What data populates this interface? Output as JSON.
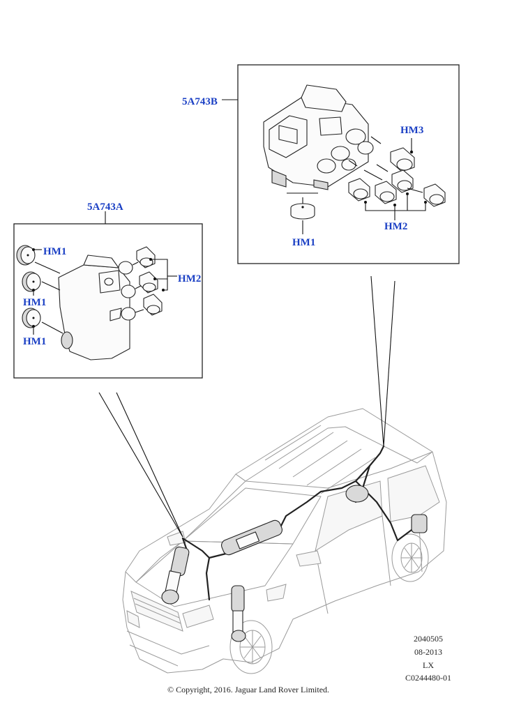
{
  "callouts": {
    "part_a": "5A743A",
    "part_b": "5A743B",
    "hm1": "HM1",
    "hm2": "HM2",
    "hm3": "HM3"
  },
  "reference": {
    "code": "2040505",
    "date": "08-2013",
    "model": "LX",
    "illustration_id": "C0244480-01"
  },
  "copyright": "© Copyright, 2016. Jaguar Land Rover Limited.",
  "colors": {
    "callout": "#1a3fc4",
    "line": "#222222",
    "vehicle_outline": "#9a9a9a"
  }
}
